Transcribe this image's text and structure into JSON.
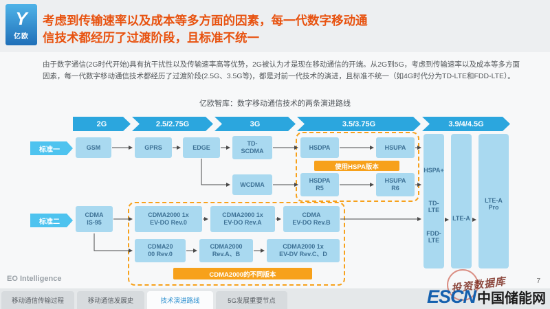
{
  "page": {
    "number": "7"
  },
  "logo": {
    "mark": "Y",
    "name": "亿欧"
  },
  "header": {
    "title_line1": "考虑到传输速率以及成本等多方面的因素，每一代数字移动通",
    "title_line2": "信技术都经历了过渡阶段，且标准不统一"
  },
  "body": {
    "paragraph": "由于数字通信(2G时代开始)具有抗干扰性以及传输速率高等优势，2G被认为才是现在移动通信的开端。从2G到5G，考虑到传输速率以及成本等多方面因素，每一代数字移动通信技术都经历了过渡阶段(2.5G、3.5G等)，都是对前一代技术的演进，且标准不统一（如4G时代分为TD-LTE和FDD-LTE）。"
  },
  "chart": {
    "title": "亿欧智库：数字移动通信技术的两条演进路线",
    "generations": [
      "2G",
      "2.5/2.75G",
      "3G",
      "3.5/3.75G",
      "3.9/4/4.5G"
    ],
    "standard1_label": "标准一",
    "standard2_label": "标准二",
    "nodes": {
      "gsm": "GSM",
      "gprs": "GPRS",
      "edge": "EDGE",
      "td_scdma": "TD-\nSCDMA",
      "wcdma": "WCDMA",
      "hsdpa": "HSDPA",
      "hsupa": "HSUPA",
      "hsdpa_r5": "HSDPA\nR5",
      "hsupa_r6": "HSUPA\nR6",
      "hspa_plus": "HSPA+",
      "td_lte": "TD-\nLTE",
      "fdd_lte": "FDD-\nLTE",
      "lte_a": "LTE-A",
      "lte_a_pro": "LTE-A\nPro",
      "cdma_is95": "CDMA\nIS-95",
      "evdo_rev0": "CDMA2000 1x\nEV-DO Rev.0",
      "evdo_reva": "CDMA2000 1x\nEV-DO Rev.A",
      "evdo_revb": "CDMA\nEV-DO Rev.B",
      "c2k_rev0": "CDMA20\n00 Rev.0",
      "c2k_revab": "CDMA2000\nRev.A、B",
      "evdv_revcd": "CDMA2000 1x\nEV-DV  Rev.C、D"
    },
    "annotations": {
      "hspa_versions": "使用HSPA版本",
      "cdma_versions": "CDMA2000的不同版本"
    }
  },
  "footer": {
    "intelligence": "EO Intelligence",
    "tabs": [
      "移动通信传输过程",
      "移动通信发展史",
      "技术演进路线",
      "5G发展重要节点"
    ],
    "watermark": "投资数据库",
    "escn": "ESCN",
    "escn_cn": "中国储能网"
  }
}
